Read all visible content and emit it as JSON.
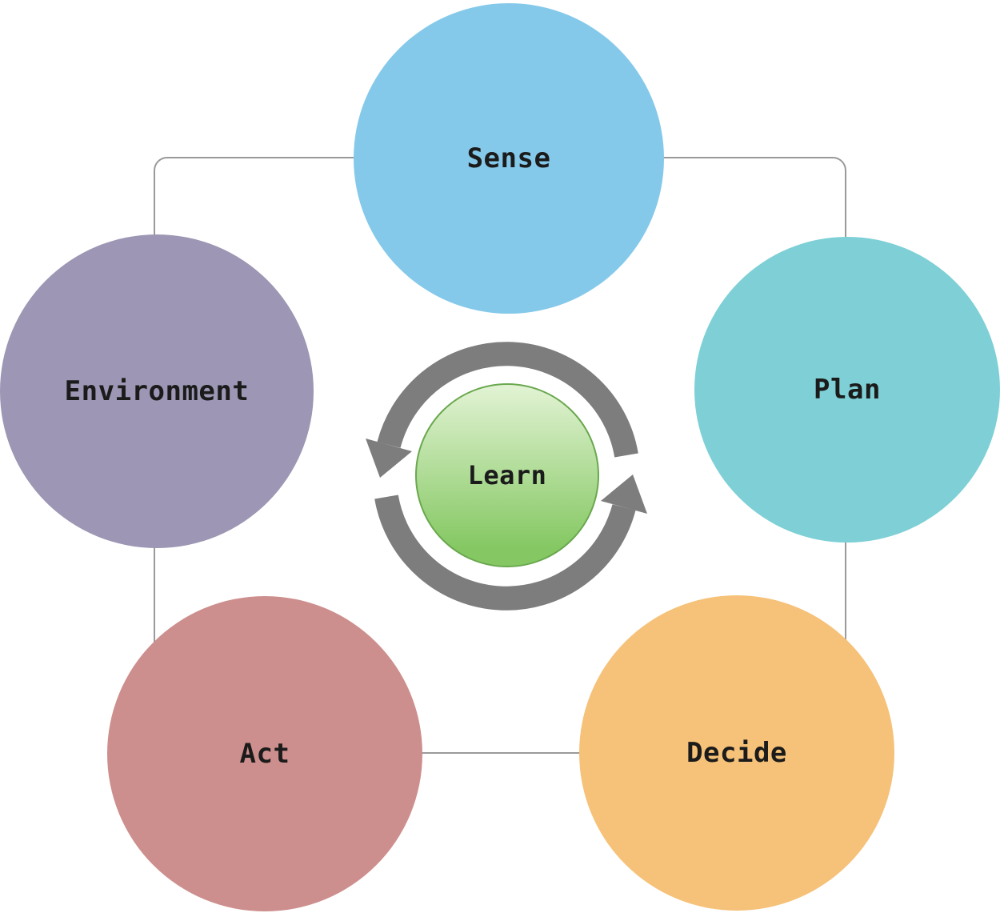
{
  "diagram": {
    "nodes": [
      {
        "id": "sense",
        "label": "Sense",
        "color": "#85c9ea"
      },
      {
        "id": "plan",
        "label": "Plan",
        "color": "#7ed0d6"
      },
      {
        "id": "environment",
        "label": "Environment",
        "color": "#9d96b4"
      },
      {
        "id": "act",
        "label": "Act",
        "color": "#cd8f8d"
      },
      {
        "id": "decide",
        "label": "Decide",
        "color": "#f6c178"
      }
    ],
    "center_node": {
      "label": "Learn",
      "gradient_top": "#e2f3d4",
      "gradient_bottom": "#85c863",
      "border_color": "#6aa84f"
    },
    "cycle_arrow_color": "#7d7d7d",
    "connector_line_color": "#9a9a9a",
    "text_color": "#1b1b1b"
  }
}
